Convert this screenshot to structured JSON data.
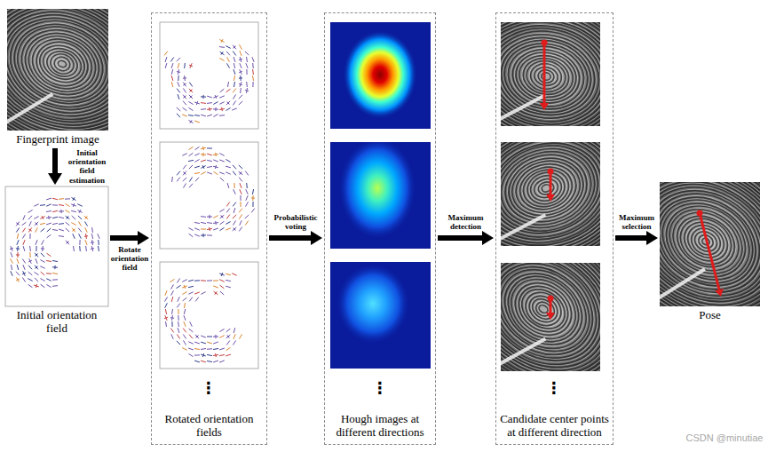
{
  "diagram": {
    "nodes": [
      {
        "text": [
          "Fingerprint image"
        ]
      },
      {
        "text": [
          "Initial orientation field"
        ]
      },
      {
        "text": [
          "Rotated orientation fields"
        ]
      },
      {
        "text": [
          "Hough images at different directions"
        ]
      },
      {
        "text": [
          "Candidate center points at different direction"
        ]
      },
      {
        "text": [
          "Pose"
        ]
      }
    ],
    "edges": [
      {
        "from": 0,
        "to": 1,
        "label": "Initial orientation field estimation",
        "arrow": "to"
      },
      {
        "from": 1,
        "to": 2,
        "label": "Rotate orientation field",
        "arrow": "to"
      },
      {
        "from": 2,
        "to": 3,
        "label": "Probabilistic voting",
        "arrow": "to"
      },
      {
        "from": 3,
        "to": 4,
        "label": "Maximum detection",
        "arrow": "to"
      },
      {
        "from": 4,
        "to": 5,
        "label": "Maximum selection",
        "arrow": "to"
      }
    ],
    "labels": [
      "⋮",
      "⋮",
      "⋮",
      "CSDN @minutiae"
    ]
  }
}
